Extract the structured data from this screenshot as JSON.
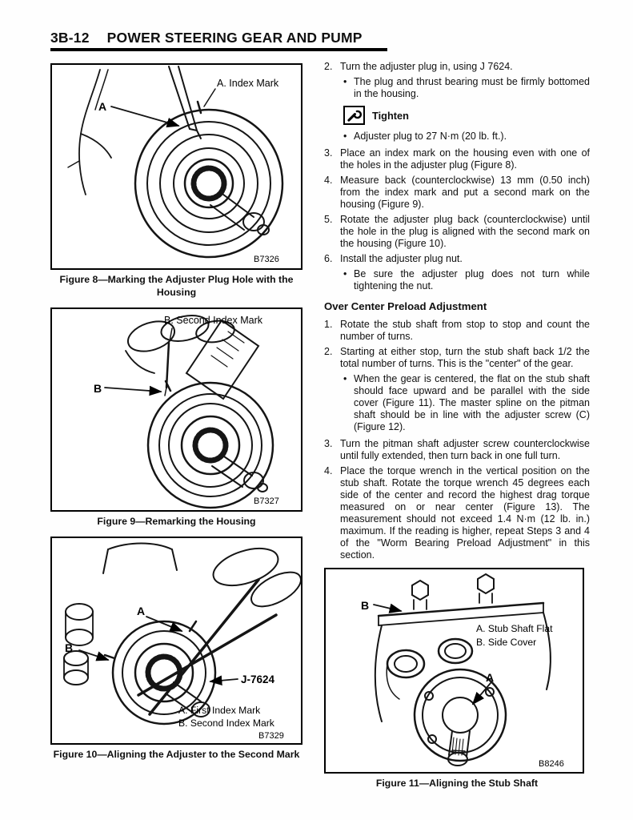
{
  "header": {
    "page_number": "3B-12",
    "title": "POWER STEERING GEAR AND PUMP"
  },
  "misc": {
    "bullet_char": "•"
  },
  "procedure": {
    "steps_a": [
      {
        "num": "2.",
        "text": "Turn the adjuster plug in, using J 7624."
      },
      {
        "num": "3.",
        "text": "Place an index mark on the housing even with one of the holes in the adjuster plug (Figure 8)."
      },
      {
        "num": "4.",
        "text": "Measure back (counterclockwise) 13 mm (0.50 inch) from the index mark and put a second mark on the housing (Figure 9)."
      },
      {
        "num": "5.",
        "text": "Rotate the adjuster plug back (counterclockwise) until the hole in the plug is aligned with the second mark on the housing (Figure 10)."
      },
      {
        "num": "6.",
        "text": "Install the adjuster plug nut."
      }
    ],
    "bullet_plug": "The plug and thrust bearing must be firmly bottomed in the housing.",
    "tighten_label": "Tighten",
    "bullet_torque": "Adjuster plug to 27 N·m (20 lb. ft.).",
    "bullet_nut": "Be sure the adjuster plug does not turn while tightening the nut."
  },
  "over_center": {
    "heading": "Over Center Preload Adjustment",
    "steps": [
      {
        "num": "1.",
        "text": "Rotate the stub shaft from stop to stop and count the number of turns."
      },
      {
        "num": "2.",
        "text": "Starting at either stop, turn the stub shaft back 1/2 the total number of turns. This is the \"center\" of the gear."
      },
      {
        "num": "3.",
        "text": "Turn the pitman shaft adjuster screw counterclockwise until fully extended, then turn back in one full turn."
      },
      {
        "num": "4.",
        "text": "Place the torque wrench in the vertical position on the stub shaft. Rotate the torque wrench 45 degrees each side of the center and record the highest drag torque measured on or near center (Figure 13). The measurement should not exceed 1.4 N·m (12 lb. in.) maximum. If the reading is higher, repeat Steps 3 and 4 of the \"Worm Bearing Preload Adjustment\" in this section."
      }
    ],
    "bullet_centered": "When the gear is centered, the flat on the stub shaft should face upward and be parallel with the side cover (Figure 11). The master spline on the pitman shaft should be in line with the adjuster screw (C) (Figure 12)."
  },
  "figures": {
    "fig8": {
      "caption": "Figure 8—Marking the Adjuster Plug Hole with the Housing",
      "callout_a": "A. Index Mark",
      "letter_a": "A",
      "code": "B7326"
    },
    "fig9": {
      "caption": "Figure 9—Remarking the Housing",
      "callout_b": "B. Second Index Mark",
      "letter_b": "B",
      "code": "B7327"
    },
    "fig10": {
      "caption": "Figure 10—Aligning the Adjuster to the Second Mark",
      "letter_a": "A",
      "letter_b": "B",
      "tool_label": "J-7624",
      "legend_a": "A. First Index Mark",
      "legend_b": "B. Second Index Mark",
      "code": "B7329"
    },
    "fig11": {
      "caption": "Figure 11—Aligning the Stub Shaft",
      "letter_a": "A",
      "letter_b": "B",
      "legend_a": "A. Stub Shaft Flat",
      "legend_b": "B. Side Cover",
      "code": "B8246"
    }
  }
}
